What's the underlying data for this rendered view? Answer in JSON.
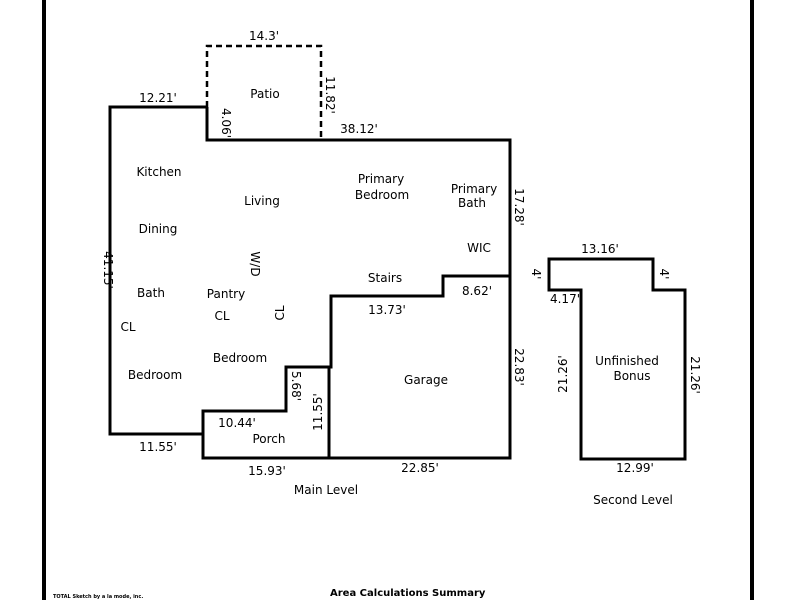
{
  "rooms": {
    "patio": "Patio",
    "kitchen": "Kitchen",
    "dining": "Dining",
    "living": "Living",
    "primary_bedroom_1": "Primary",
    "primary_bedroom_2": "Bedroom",
    "primary_bath_1": "Primary",
    "primary_bath_2": "Bath",
    "wic": "WIC",
    "wd": "W/D",
    "stairs": "Stairs",
    "bath": "Bath",
    "pantry": "Pantry",
    "cl_left": "CL",
    "cl_mid": "CL",
    "cl_rot": "CL",
    "bedroom_mid": "Bedroom",
    "bedroom_left": "Bedroom",
    "porch": "Porch",
    "garage": "Garage",
    "unfinished_1": "Unfinished",
    "unfinished_2": "Bonus"
  },
  "dimensions": {
    "patio_top": "14.3'",
    "patio_right": "11.82'",
    "patio_left": "4.06'",
    "top_left": "12.21'",
    "top_right": "38.12'",
    "right_upper": "17.28'",
    "left": "41.15'",
    "stairs_step": "13.73'",
    "wic_step": "8.62'",
    "right_lower": "22.83'",
    "porch_top": "10.44'",
    "porch_step": "5.68'",
    "porch_right": "11.55'",
    "bottom_left": "11.55'",
    "bottom_porch": "15.93'",
    "bottom_garage": "22.85'",
    "bonus_top": "13.16'",
    "bonus_left_step": "4'",
    "bonus_right_step": "4'",
    "bonus_notch": "4.17'",
    "bonus_left": "21.26'",
    "bonus_right": "21.26'",
    "bonus_bottom": "12.99'"
  },
  "levels": {
    "main": "Main Level",
    "second": "Second Level"
  },
  "footer": {
    "credit": "TOTAL Sketch by a la mode, inc.",
    "summary": "Area Calculations Summary"
  }
}
